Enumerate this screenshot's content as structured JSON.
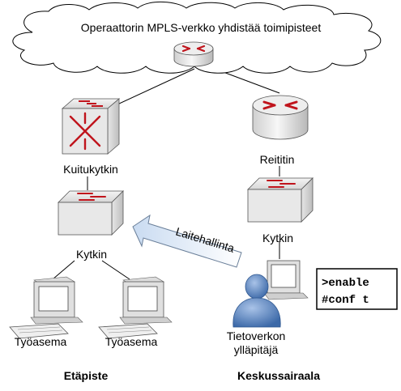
{
  "cloud": {
    "label": "Operaattorin MPLS-verkko yhdistää toimipisteet"
  },
  "devices": {
    "fiber_switch": "Kuitukytkin",
    "router": "Reititin",
    "central_switch": "Kytkin",
    "remote_switch": "Kytkin",
    "workstation_1": "Työasema",
    "workstation_2": "Työasema",
    "admin_line1": "Tietoverkon",
    "admin_line2": "ylläpitäjä"
  },
  "arrow": {
    "label": "Laitehallinta"
  },
  "terminal": {
    "line1": ">enable",
    "line2": "#conf t"
  },
  "sites": {
    "remote": "Etäpiste",
    "central": "Keskussairaala"
  },
  "colors": {
    "accent_red": "#c0141c",
    "arrow_fill": "#dbe7f5",
    "arrow_stroke": "#6a7f99",
    "admin_blue": "#4f7fc0"
  }
}
